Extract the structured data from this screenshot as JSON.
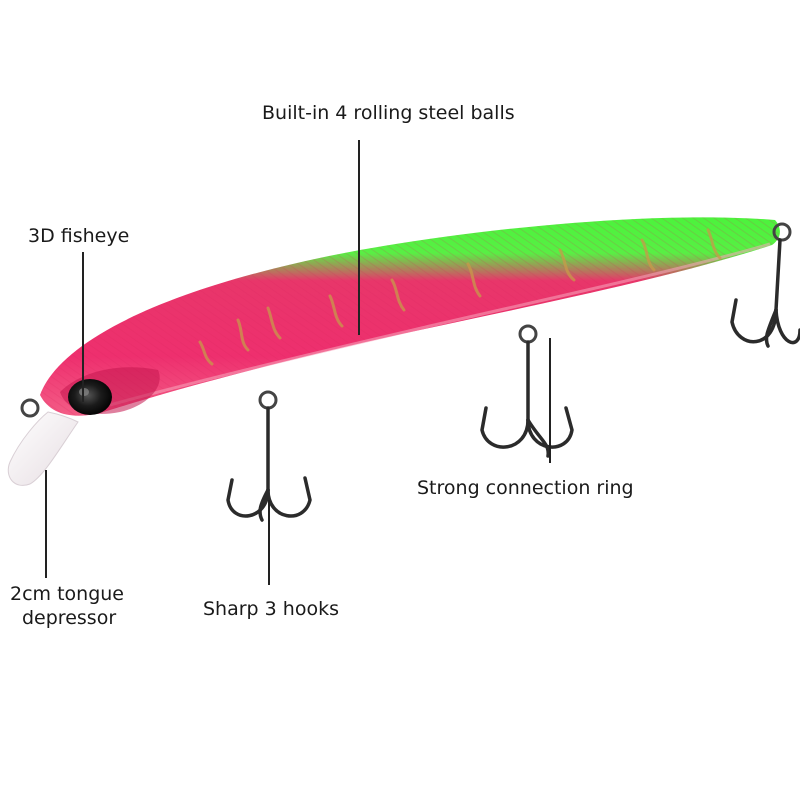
{
  "image": {
    "subject": "fishing-lure",
    "colors": {
      "background": "#ffffff",
      "back": "#4cf33c",
      "body": "#ee2f6e",
      "body_light": "#f3527f",
      "stripes": "#c89a4a",
      "lip": "#f2eef0",
      "eye": "#1b1b1b",
      "hooks": "#2b2b2b",
      "text": "#1a1a1a"
    }
  },
  "labels": {
    "balls": "Built-in 4 rolling steel balls",
    "fisheye": "3D fisheye",
    "tongue_line1": "2cm tongue",
    "tongue_line2": "depressor",
    "hooks": "Sharp 3 hooks",
    "ring": "Strong connection ring"
  }
}
